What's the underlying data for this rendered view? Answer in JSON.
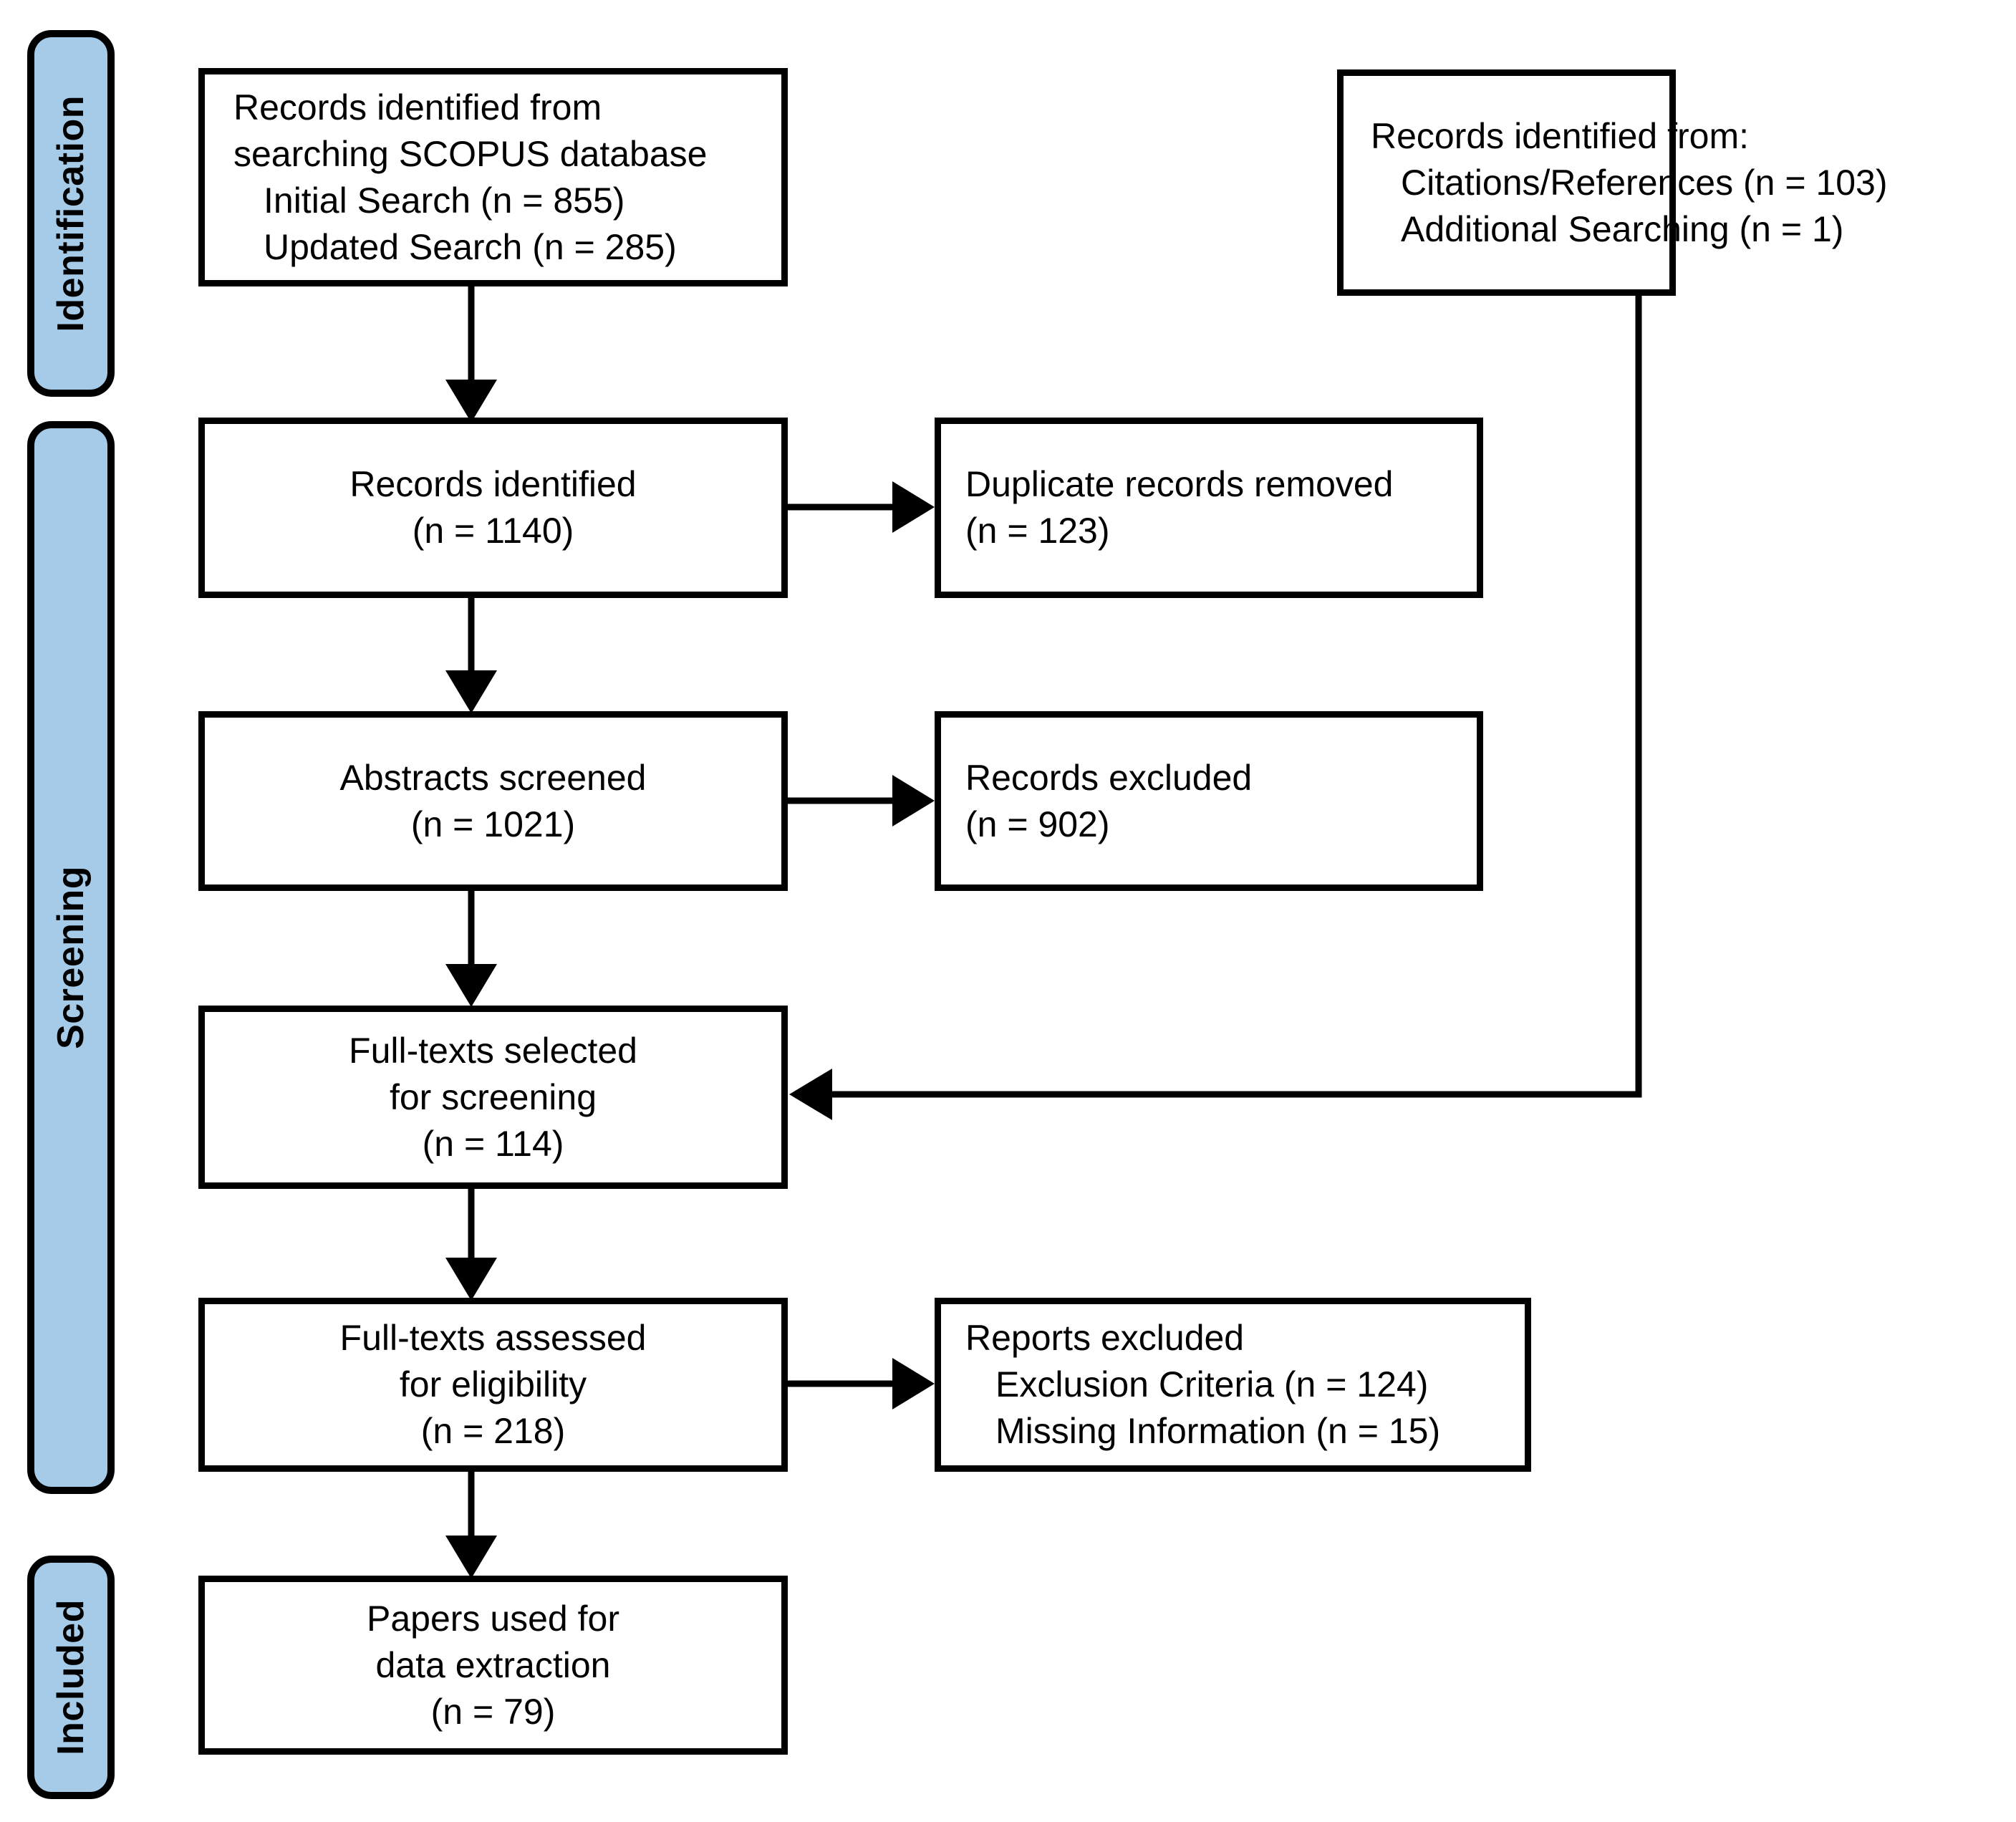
{
  "diagram": {
    "title": "PRISMA study selection flow diagram",
    "accent_color": "#a6cbe9",
    "line_color": "#000000",
    "background_color": "#ffffff"
  },
  "stages": [
    {
      "id": "identification",
      "label": "Identification"
    },
    {
      "id": "screening",
      "label": "Screening"
    },
    {
      "id": "included",
      "label": "Included"
    }
  ],
  "boxes": {
    "records_scopus": {
      "lines": [
        "Records identified from",
        "searching SCOPUS database",
        "Initial Search (n = 855)",
        "Updated Search (n = 285)"
      ]
    },
    "records_other": {
      "lines": [
        "Records identified from:",
        "Citations/References (n = 103)",
        "Additional Searching (n = 1)"
      ]
    },
    "records_identified": {
      "lines": [
        "Records identified",
        "(n = 1140)"
      ]
    },
    "duplicates_removed": {
      "lines": [
        "Duplicate records removed",
        "(n = 123)"
      ]
    },
    "abstracts_screened": {
      "lines": [
        "Abstracts screened",
        "(n = 1021)"
      ]
    },
    "records_excluded": {
      "lines": [
        "Records excluded",
        "(n = 902)"
      ]
    },
    "fulltexts_selected": {
      "lines": [
        "Full-texts selected",
        "for screening",
        "(n = 114)"
      ]
    },
    "fulltexts_assessed": {
      "lines": [
        "Full-texts assessed",
        "for eligibility",
        "(n = 218)"
      ]
    },
    "reports_excluded": {
      "lines": [
        "Reports excluded",
        "Exclusion Criteria (n = 124)",
        "Missing Information (n = 15)"
      ]
    },
    "papers_used": {
      "lines": [
        "Papers used for",
        "data extraction",
        "(n = 79)"
      ]
    }
  },
  "chart_data": {
    "type": "diagram",
    "title": "PRISMA flow of study selection",
    "nodes": [
      {
        "id": "records_scopus",
        "stage": "Identification",
        "label": "Records identified from searching SCOPUS database",
        "counts": {
          "Initial Search": 855,
          "Updated Search": 285
        }
      },
      {
        "id": "records_other",
        "stage": "Identification",
        "label": "Records identified from:",
        "counts": {
          "Citations/References": 103,
          "Additional Searching": 1
        }
      },
      {
        "id": "records_identified",
        "stage": "Screening",
        "label": "Records identified",
        "n": 1140
      },
      {
        "id": "duplicates_removed",
        "stage": "Screening",
        "label": "Duplicate records removed",
        "n": 123
      },
      {
        "id": "abstracts_screened",
        "stage": "Screening",
        "label": "Abstracts screened",
        "n": 1021
      },
      {
        "id": "records_excluded",
        "stage": "Screening",
        "label": "Records excluded",
        "n": 902
      },
      {
        "id": "fulltexts_selected",
        "stage": "Screening",
        "label": "Full-texts selected for screening",
        "n": 114
      },
      {
        "id": "fulltexts_assessed",
        "stage": "Screening",
        "label": "Full-texts assessed for eligibility",
        "n": 218
      },
      {
        "id": "reports_excluded",
        "stage": "Screening",
        "label": "Reports excluded",
        "counts": {
          "Exclusion Criteria": 124,
          "Missing Information": 15
        }
      },
      {
        "id": "papers_used",
        "stage": "Included",
        "label": "Papers used for data extraction",
        "n": 79
      }
    ],
    "edges": [
      {
        "from": "records_scopus",
        "to": "records_identified",
        "direction": "down"
      },
      {
        "from": "records_identified",
        "to": "duplicates_removed",
        "direction": "right"
      },
      {
        "from": "records_identified",
        "to": "abstracts_screened",
        "direction": "down"
      },
      {
        "from": "abstracts_screened",
        "to": "records_excluded",
        "direction": "right"
      },
      {
        "from": "abstracts_screened",
        "to": "fulltexts_selected",
        "direction": "down"
      },
      {
        "from": "records_other",
        "to": "fulltexts_selected",
        "direction": "down-left"
      },
      {
        "from": "fulltexts_selected",
        "to": "fulltexts_assessed",
        "direction": "down"
      },
      {
        "from": "fulltexts_assessed",
        "to": "reports_excluded",
        "direction": "right"
      },
      {
        "from": "fulltexts_assessed",
        "to": "papers_used",
        "direction": "down"
      }
    ]
  }
}
